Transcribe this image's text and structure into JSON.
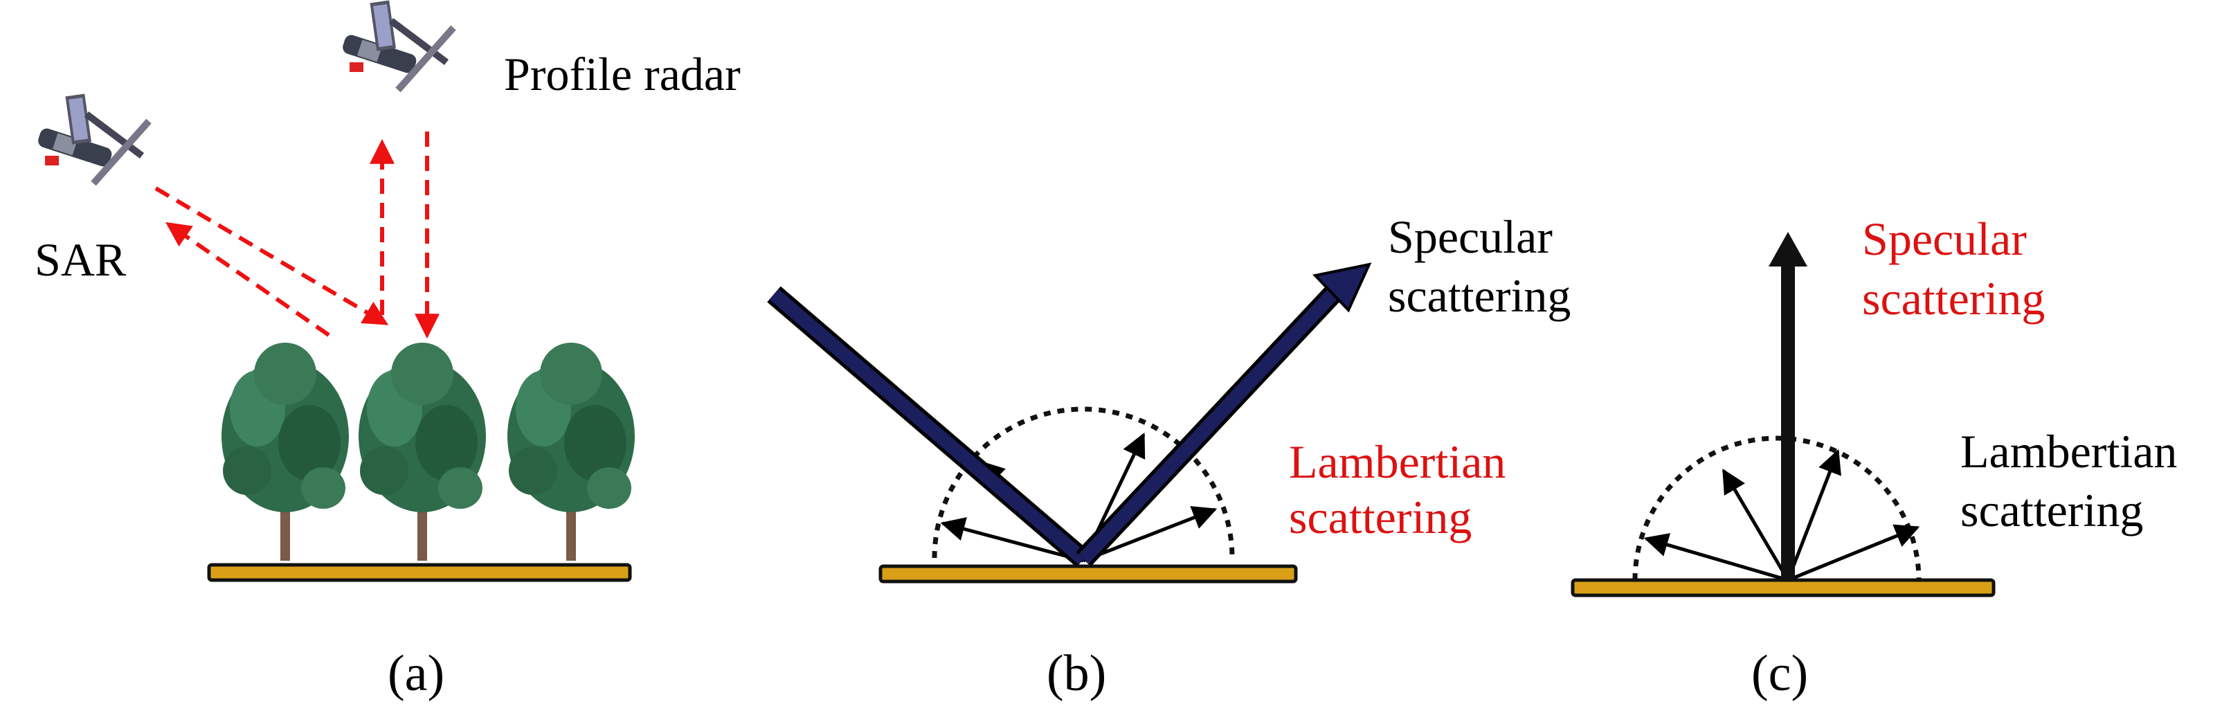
{
  "panels": {
    "a": {
      "caption": "(a)",
      "sar_label": "SAR",
      "profile_label": "Profile radar"
    },
    "b": {
      "caption": "(b)",
      "specular_line1": "Specular",
      "specular_line2": "scattering",
      "lambertian_line1": "Lambertian",
      "lambertian_line2": "scattering"
    },
    "c": {
      "caption": "(c)",
      "specular_line1": "Specular",
      "specular_line2": "scattering",
      "lambertian_line1": "Lambertian",
      "lambertian_line2": "scattering"
    }
  },
  "colors": {
    "ground": "#d9a017",
    "ground_edge": "#111111",
    "radar_path": "#ee1111",
    "specular_beam": "#1b1f5e",
    "highlight_text": "#dd1111",
    "text": "#000000",
    "tree_foliage": "#2e6b4a",
    "tree_trunk": "#7a5a48"
  }
}
